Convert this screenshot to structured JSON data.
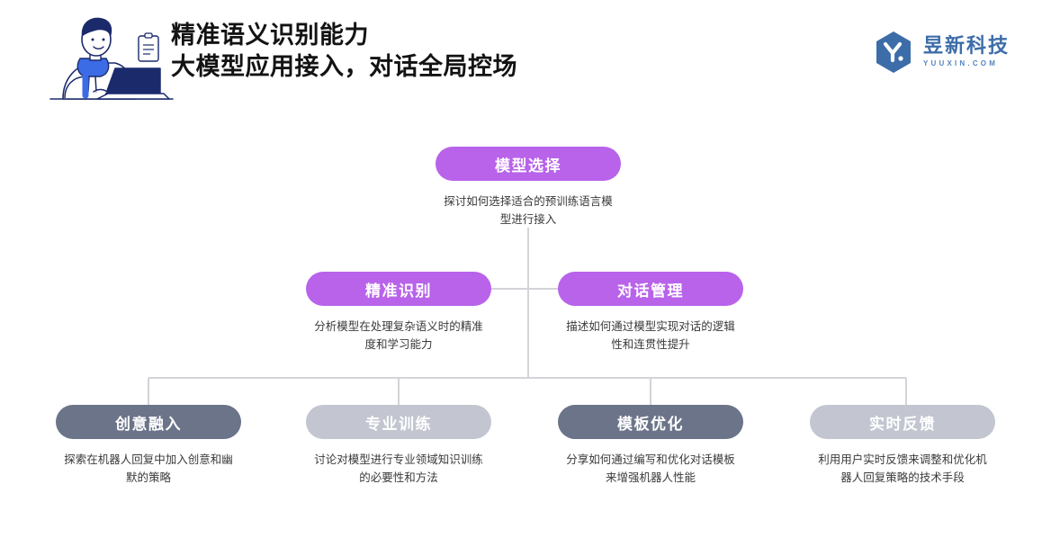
{
  "header": {
    "title_line1": "精准语义识别能力",
    "title_line2": "大模型应用接入，对话全局控场",
    "illustration_alt": "person-at-laptop-illustration",
    "brand": {
      "name": "昱新科技",
      "domain": "YUUXIN.COM",
      "mark": "hexagon-y-logo-icon"
    }
  },
  "chart_data": {
    "type": "diagram",
    "title": "模型选择",
    "layout": "top-down-tree",
    "levels": [
      {
        "level": 1,
        "nodes": [
          {
            "id": "model-selection",
            "label": "模型选择",
            "description": "探讨如何选择适合的预训练语言模型进行接入",
            "color": "#b863ea",
            "style": "purple"
          }
        ]
      },
      {
        "level": 2,
        "nodes": [
          {
            "id": "precise-recognition",
            "label": "精准识别",
            "description": "分析模型在处理复杂语义时的精准度和学习能力",
            "color": "#b863ea",
            "style": "purple"
          },
          {
            "id": "dialog-management",
            "label": "对话管理",
            "description": "描述如何通过模型实现对话的逻辑性和连贯性提升",
            "color": "#b863ea",
            "style": "purple"
          }
        ]
      },
      {
        "level": 3,
        "nodes": [
          {
            "id": "creative-integration",
            "label": "创意融入",
            "description": "探索在机器人回复中加入创意和幽默的策略",
            "color": "#6b7489",
            "style": "slate"
          },
          {
            "id": "professional-training",
            "label": "专业训练",
            "description": "讨论对模型进行专业领域知识训练的必要性和方法",
            "color": "#c3c6d0",
            "style": "gray"
          },
          {
            "id": "template-optimization",
            "label": "模板优化",
            "description": "分享如何通过编写和优化对话模板来增强机器人性能",
            "color": "#6b7489",
            "style": "slate"
          },
          {
            "id": "realtime-feedback",
            "label": "实时反馈",
            "description": "利用用户实时反馈来调整和优化机器人回复策略的技术手段",
            "color": "#c3c6d0",
            "style": "gray"
          }
        ]
      }
    ],
    "connector_color": "#d3d4d8"
  }
}
